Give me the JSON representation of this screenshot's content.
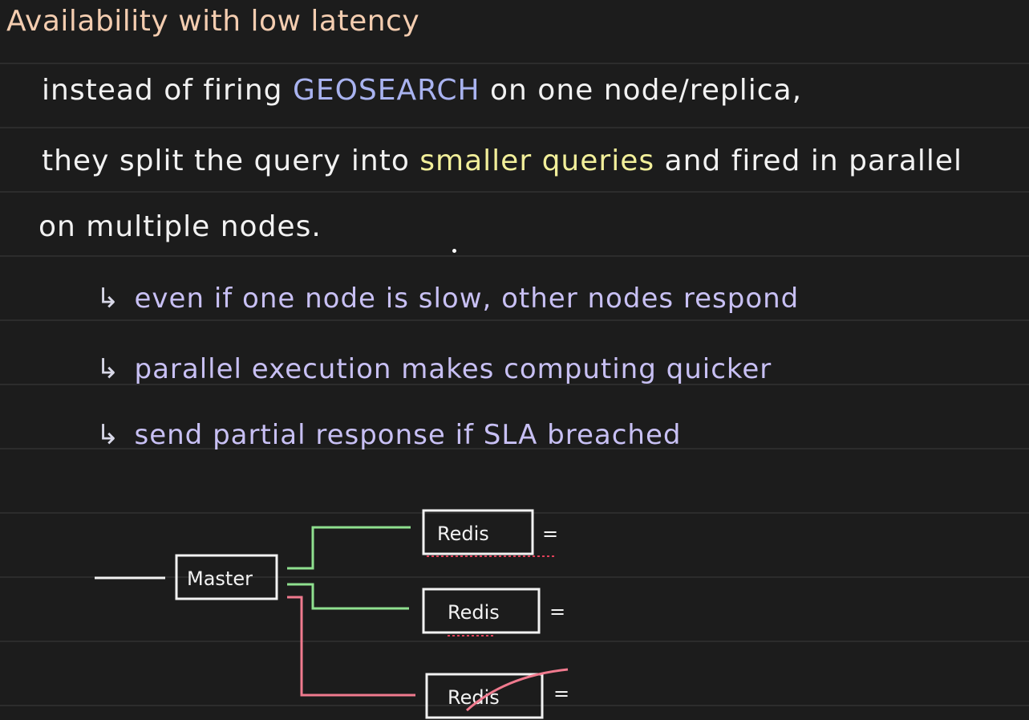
{
  "title": "Availability with low latency",
  "line1": {
    "before": "instead of firing ",
    "highlight": "GEOSEARCH",
    "after": " on one node/replica,"
  },
  "line2": {
    "before": "they split the query into ",
    "highlight": "smaller queries",
    "after": " and fired in parallel"
  },
  "line3": "on multiple nodes.",
  "bullets": {
    "arrow": "↳",
    "b1": "even if one node is slow, other nodes respond",
    "b2": "parallel execution makes computing quicker",
    "b3": "send partial response if SLA breached"
  },
  "diagram": {
    "master": "Master",
    "node1": "Redis",
    "node2": "Redis",
    "node3": "Redis",
    "mark1": "=",
    "mark2": "=",
    "mark3": "=",
    "colors": {
      "green": "#8fe08f",
      "red": "#f07a8e",
      "red_dotted": "#e0405a",
      "box_border": "#f2f2f2"
    }
  }
}
